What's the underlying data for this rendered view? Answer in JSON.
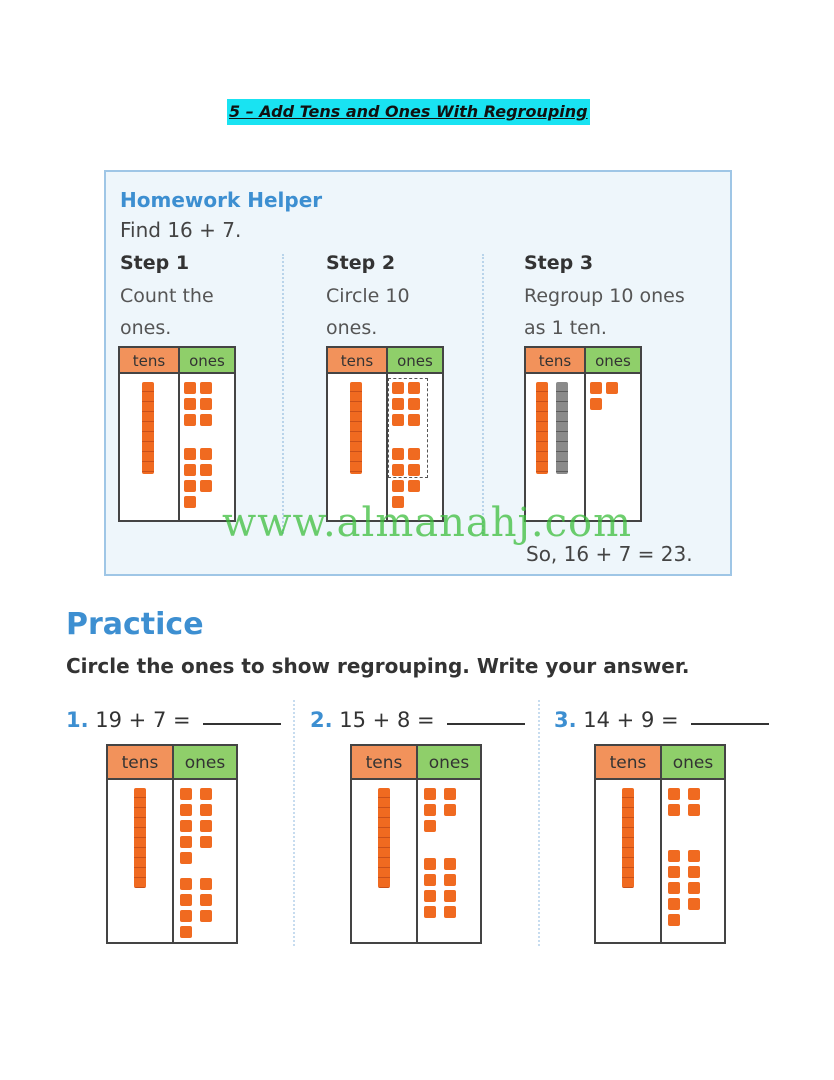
{
  "title": "5 – Add Tens and Ones With Regrouping",
  "helper": {
    "heading": "Homework Helper",
    "find": "Find 16 + 7.",
    "steps": [
      {
        "heading": "Step 1",
        "text": "Count the\nones."
      },
      {
        "heading": "Step 2",
        "text": "Circle 10\nones."
      },
      {
        "heading": "Step 3",
        "text": "Regroup 10 ones\nas 1 ten."
      }
    ],
    "answer": "So, 16 + 7 = 23."
  },
  "table_headers": {
    "tens": "tens",
    "ones": "ones"
  },
  "watermark": "www.almanahj.com",
  "practice": {
    "heading": "Practice",
    "instructions": "Circle the ones to show regrouping. Write your answer.",
    "problems": [
      {
        "number": "1.",
        "expression": "19 + 7 ="
      },
      {
        "number": "2.",
        "expression": "15 + 8 ="
      },
      {
        "number": "3.",
        "expression": "14 + 9 ="
      }
    ]
  },
  "colors": {
    "tens_header": "#f2925b",
    "ones_header": "#8fcf6a",
    "block": "#f06a20",
    "title_highlight": "#19e3f2",
    "heading_blue": "#3d8fd1"
  }
}
